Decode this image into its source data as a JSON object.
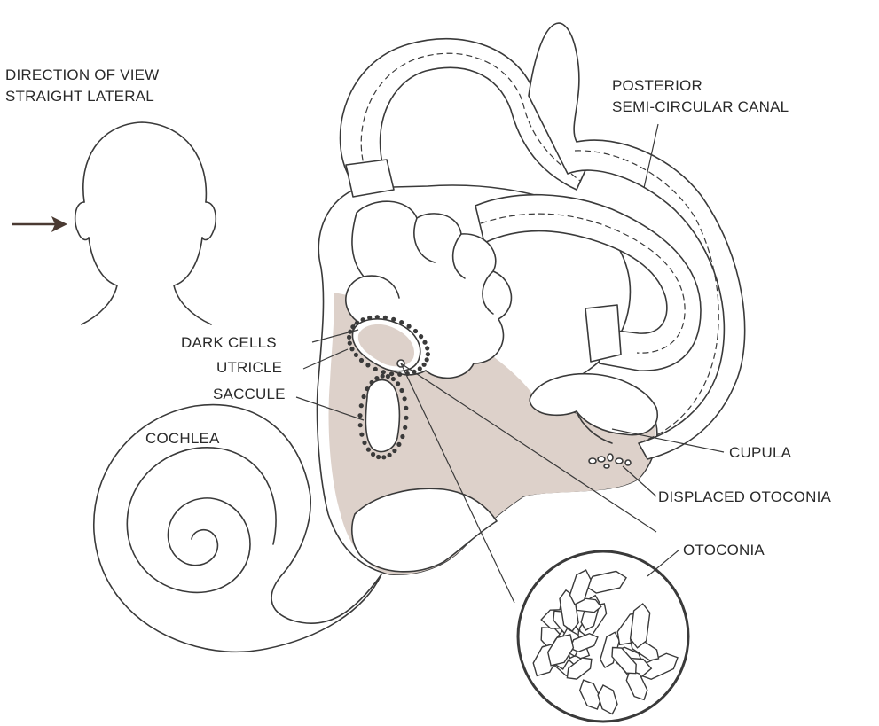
{
  "labels": {
    "direction_line1": "DIRECTION OF VIEW",
    "direction_line2": "STRAIGHT LATERAL",
    "posterior_line1": "POSTERIOR",
    "posterior_line2": "SEMI-CIRCULAR CANAL",
    "dark_cells": "DARK CELLS",
    "utricle": "UTRICLE",
    "saccule": "SACCULE",
    "cochlea": "COCHLEA",
    "cupula": "CUPULA",
    "displaced_otoconia": "DISPLACED OTOCONIA",
    "otoconia": "OTOCONIA"
  },
  "colors": {
    "ink": "#3a3a3a",
    "shade": "#ddd1ca",
    "arrow": "#4a3a32",
    "background": "#ffffff"
  }
}
